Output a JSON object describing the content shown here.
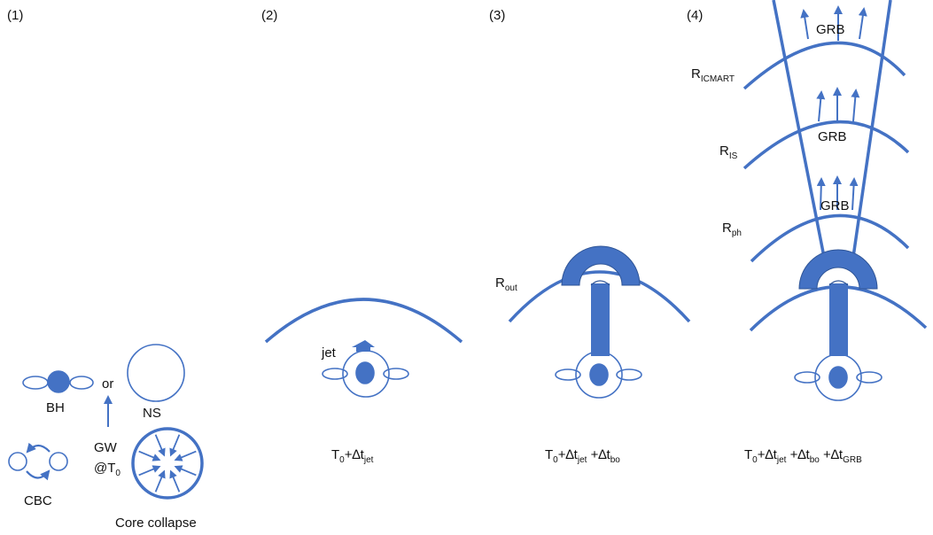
{
  "colors": {
    "primary": "#4472C4",
    "text": "#111111",
    "background": "#FFFFFF"
  },
  "panels": {
    "p1": {
      "number": "(1)",
      "bh_label": "BH",
      "or_label": "or",
      "ns_label": "NS",
      "gw_label": "GW",
      "gw_time_prefix": "@T",
      "gw_time_sub": "0",
      "cbc_label": "CBC",
      "core_collapse_label": "Core collapse"
    },
    "p2": {
      "number": "(2)",
      "jet_label": "jet",
      "caption": {
        "t": "T",
        "t_sub": "0",
        "jet": "+∆t",
        "jet_sub": "jet"
      }
    },
    "p3": {
      "number": "(3)",
      "r_out": {
        "r": "R",
        "sub": "out"
      },
      "caption": {
        "t": "T",
        "t_sub": "0",
        "jet": "+∆t",
        "jet_sub": "jet",
        "bo": " +∆t",
        "bo_sub": "bo"
      }
    },
    "p4": {
      "number": "(4)",
      "r_icmart": {
        "r": "R",
        "sub": "ICMART"
      },
      "r_is": {
        "r": "R",
        "sub": "IS"
      },
      "r_ph": {
        "r": "R",
        "sub": "ph"
      },
      "grb_top": "GRB",
      "grb_mid": "GRB",
      "grb_low": "GRB",
      "caption": {
        "t": "T",
        "t_sub": "0",
        "jet": "+∆t",
        "jet_sub": "jet",
        "bo": " +∆t",
        "bo_sub": "bo",
        "grb": " +∆t",
        "grb_sub": "GRB"
      }
    }
  }
}
